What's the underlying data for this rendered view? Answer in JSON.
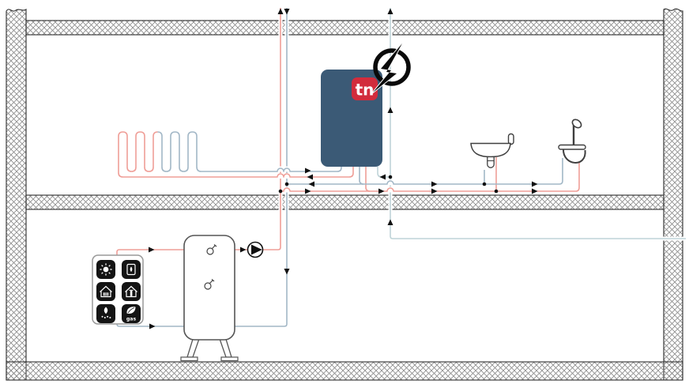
{
  "colors": {
    "pipe_hot": "#ef9e97",
    "pipe_cold": "#a2b7c6",
    "pipe_power": "#bfd4d8",
    "unit_body": "#3b5a76",
    "logo_red": "#d22c3c",
    "panel_icon_bg": "#141414",
    "arrow_black": "#111111",
    "wall_hatch": "#8a8a8a"
  },
  "unit": {
    "logo_text": "tn"
  },
  "energy_panel": {
    "gas_label": "gas",
    "icons": [
      {
        "name": "sun-icon"
      },
      {
        "name": "furnace-icon"
      },
      {
        "name": "house-heating-icon"
      },
      {
        "name": "house-ventilation-icon"
      },
      {
        "name": "pellet-flame-icon"
      },
      {
        "name": "biogas-leaf-icon",
        "label": "gas"
      }
    ]
  },
  "icons": {
    "electricity": "lightning-bolt-icon",
    "pump": "circulation-pump-icon",
    "tank_sensor": "temperature-sensor-icon",
    "fixtures": [
      "washbasin-icon",
      "hand-shower-icon",
      "underfloor-heating-coil"
    ]
  }
}
